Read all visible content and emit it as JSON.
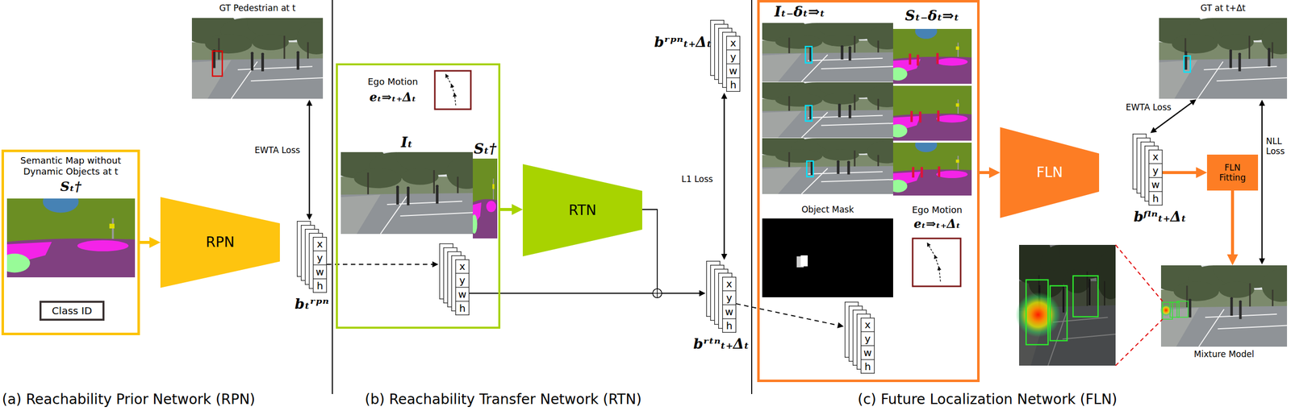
{
  "diagram": {
    "nodes": [
      {
        "text": [
          "Semantic Map without Dynamic Objects at t",
          "Sₜ†"
        ]
      },
      {
        "text": [
          "Class ID"
        ],
        "in": 0
      },
      {
        "text": [
          "RPN"
        ]
      },
      {
        "text": [
          "GT Pedestrian at t"
        ]
      },
      {
        "text": [
          "x",
          "y",
          "w",
          "h",
          "bₜʳᵖⁿ"
        ]
      },
      {
        "text": [
          "Ego Motion",
          "eₜ⇒ₜ₊Δₜ"
        ]
      },
      {
        "text": [
          "Iₜ"
        ],
        "in": 5
      },
      {
        "text": [
          "Sₜ†"
        ],
        "in": 5
      },
      {
        "text": [
          "x",
          "y",
          "w",
          "h"
        ],
        "in": 5
      },
      {
        "text": [
          "RTN"
        ]
      },
      {
        "text": [
          "bʳᵖⁿₜ₊Δₜ",
          "x",
          "y",
          "w",
          "h"
        ]
      },
      {
        "text": [
          "x",
          "y",
          "w",
          "h",
          "bʳᵗⁿₜ₊Δₜ"
        ]
      },
      {
        "text": [
          "Iₜ₋δₜ⇒ₜ",
          "Sₜ₋δₜ⇒ₜ",
          "Object Mask",
          "Ego Motion",
          "eₜ⇒ₜ₊Δₜ"
        ]
      },
      {
        "text": [
          "x",
          "y",
          "w",
          "h"
        ],
        "in": 12
      },
      {
        "text": [
          "FLN"
        ]
      },
      {
        "text": [
          "x",
          "y",
          "w",
          "h",
          "bᶠˡⁿₜ₊Δₜ"
        ]
      },
      {
        "text": [
          "GT at t+Δt"
        ]
      },
      {
        "text": [
          "FLN Fitting"
        ]
      },
      {
        "text": [
          "Mixture Model"
        ]
      }
    ],
    "edges": [
      {
        "from": 0,
        "to": 2,
        "arrow": "to"
      },
      {
        "from": 3,
        "to": 4,
        "label": "EWTA Loss",
        "arrow": "both"
      },
      {
        "from": 4,
        "to": 8,
        "arrow": "to"
      },
      {
        "from": 5,
        "to": 9,
        "arrow": "to"
      },
      {
        "from": 9,
        "to": 11,
        "arrow": "to"
      },
      {
        "from": 8,
        "to": 11,
        "arrow": "to"
      },
      {
        "from": 10,
        "to": 11,
        "label": "L1 Loss",
        "arrow": "both"
      },
      {
        "from": 11,
        "to": 13,
        "arrow": "to"
      },
      {
        "from": 12,
        "to": 14,
        "arrow": "to"
      },
      {
        "from": 15,
        "to": 16,
        "label": "EWTA Loss",
        "arrow": "both"
      },
      {
        "from": 15,
        "to": 17,
        "arrow": "to"
      },
      {
        "from": 17,
        "to": 18,
        "arrow": "to"
      },
      {
        "from": 16,
        "to": 18,
        "label": "NLL Loss",
        "arrow": "both"
      }
    ],
    "labels": [
      "(a) Reachability Prior Network (RPN)",
      "(b) Reachability Transfer Network (RTN)",
      "(c) Future Localization Network (FLN)"
    ]
  }
}
